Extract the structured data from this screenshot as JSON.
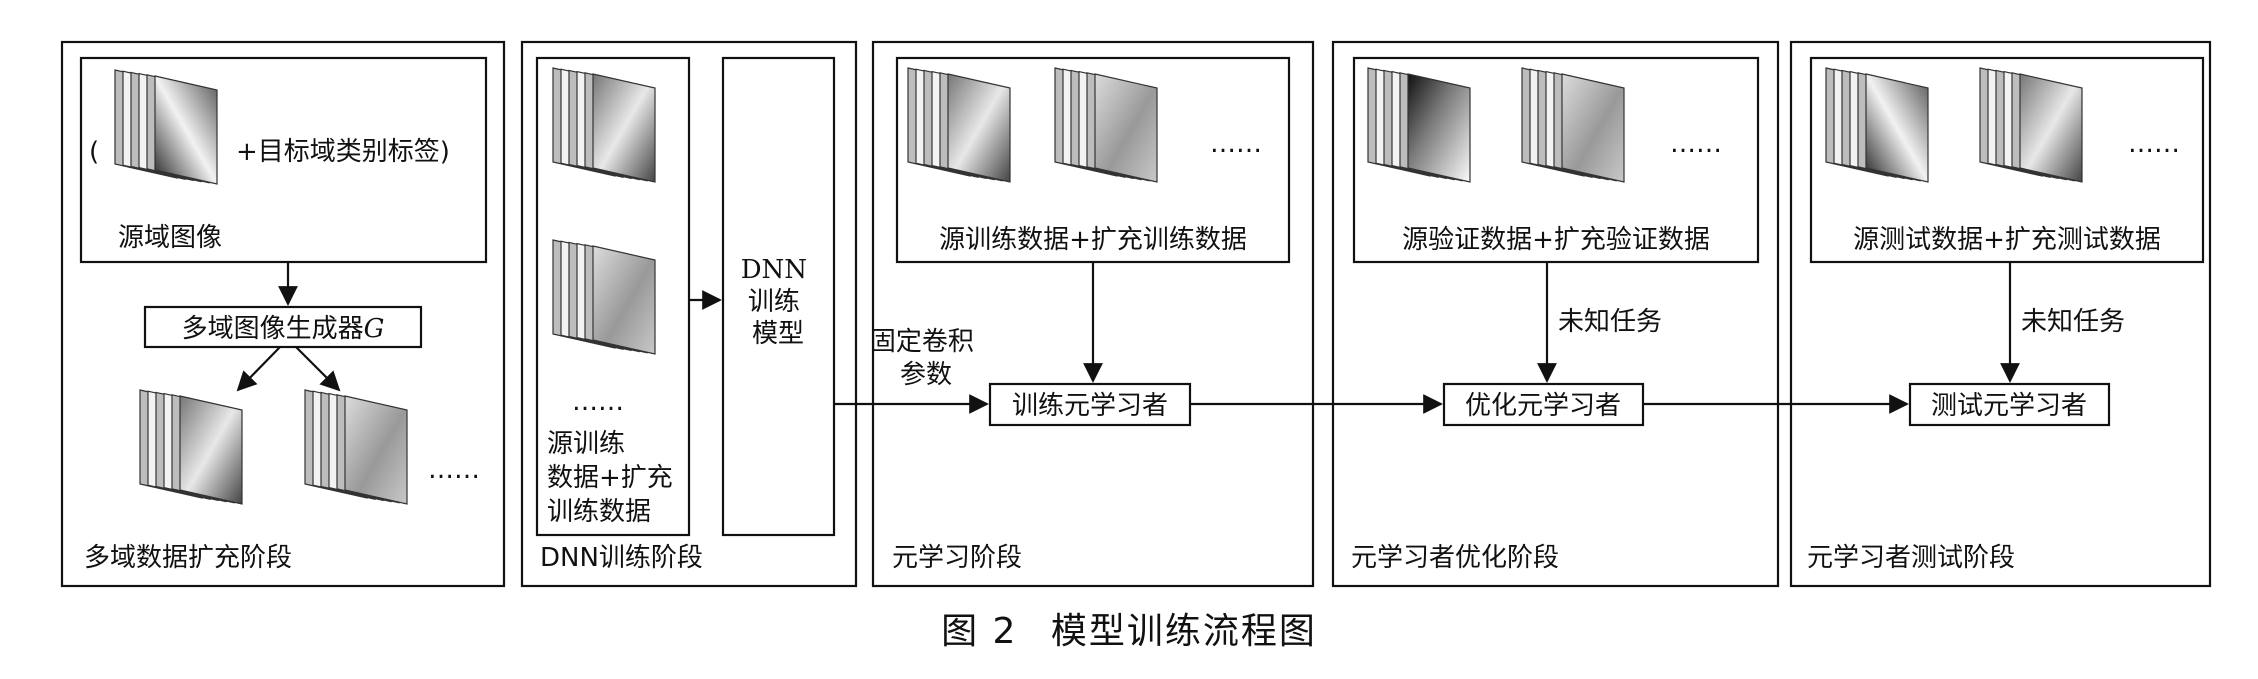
{
  "stages": {
    "s1": {
      "name": "多域数据扩充阶段",
      "input_paren_open": "(",
      "input_suffix": "+目标域类别标签)",
      "input_label": "源域图像",
      "generator": "多域图像生成器",
      "generator_var": "G",
      "ellipsis": "……"
    },
    "s2": {
      "name": "DNN训练阶段",
      "ellipsis": "……",
      "data_label_lines": [
        "源训练",
        "数据+扩充",
        "训练数据"
      ],
      "model_lines": [
        "DNN",
        "训练",
        "模型"
      ]
    },
    "s3": {
      "name": "元学习阶段",
      "data_label": "源训练数据+扩充训练数据",
      "ellipsis": "……",
      "fixed_lines": [
        "固定卷积",
        "参数"
      ],
      "process": "训练元学习者"
    },
    "s4": {
      "name": "元学习者优化阶段",
      "data_label": "源验证数据+扩充验证数据",
      "ellipsis": "……",
      "task": "未知任务",
      "process": "优化元学习者"
    },
    "s5": {
      "name": "元学习者测试阶段",
      "data_label": "源测试数据+扩充测试数据",
      "ellipsis": "……",
      "task": "未知任务",
      "process": "测试元学习者"
    }
  },
  "caption": {
    "label": "图 2",
    "title": "模型训练流程图"
  }
}
